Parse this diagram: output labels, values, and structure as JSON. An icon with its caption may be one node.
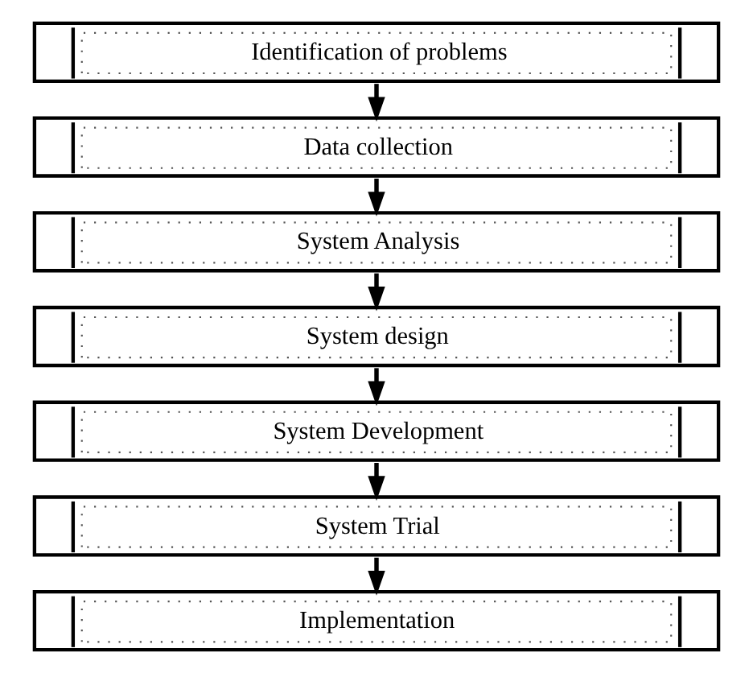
{
  "diagram": {
    "nodes": [
      {
        "text": [
          "Identification of problems"
        ]
      },
      {
        "text": [
          "Data collection"
        ]
      },
      {
        "text": [
          "System Analysis"
        ]
      },
      {
        "text": [
          "System design"
        ]
      },
      {
        "text": [
          "System Development"
        ]
      },
      {
        "text": [
          "System Trial"
        ]
      },
      {
        "text": [
          "Implementation"
        ]
      }
    ],
    "edges": [
      {
        "from": 0,
        "to": 1,
        "arrow": "to"
      },
      {
        "from": 1,
        "to": 2,
        "arrow": "to"
      },
      {
        "from": 2,
        "to": 3,
        "arrow": "to"
      },
      {
        "from": 3,
        "to": 4,
        "arrow": "to"
      },
      {
        "from": 4,
        "to": 5,
        "arrow": "to"
      },
      {
        "from": 5,
        "to": 6,
        "arrow": "to"
      }
    ]
  }
}
